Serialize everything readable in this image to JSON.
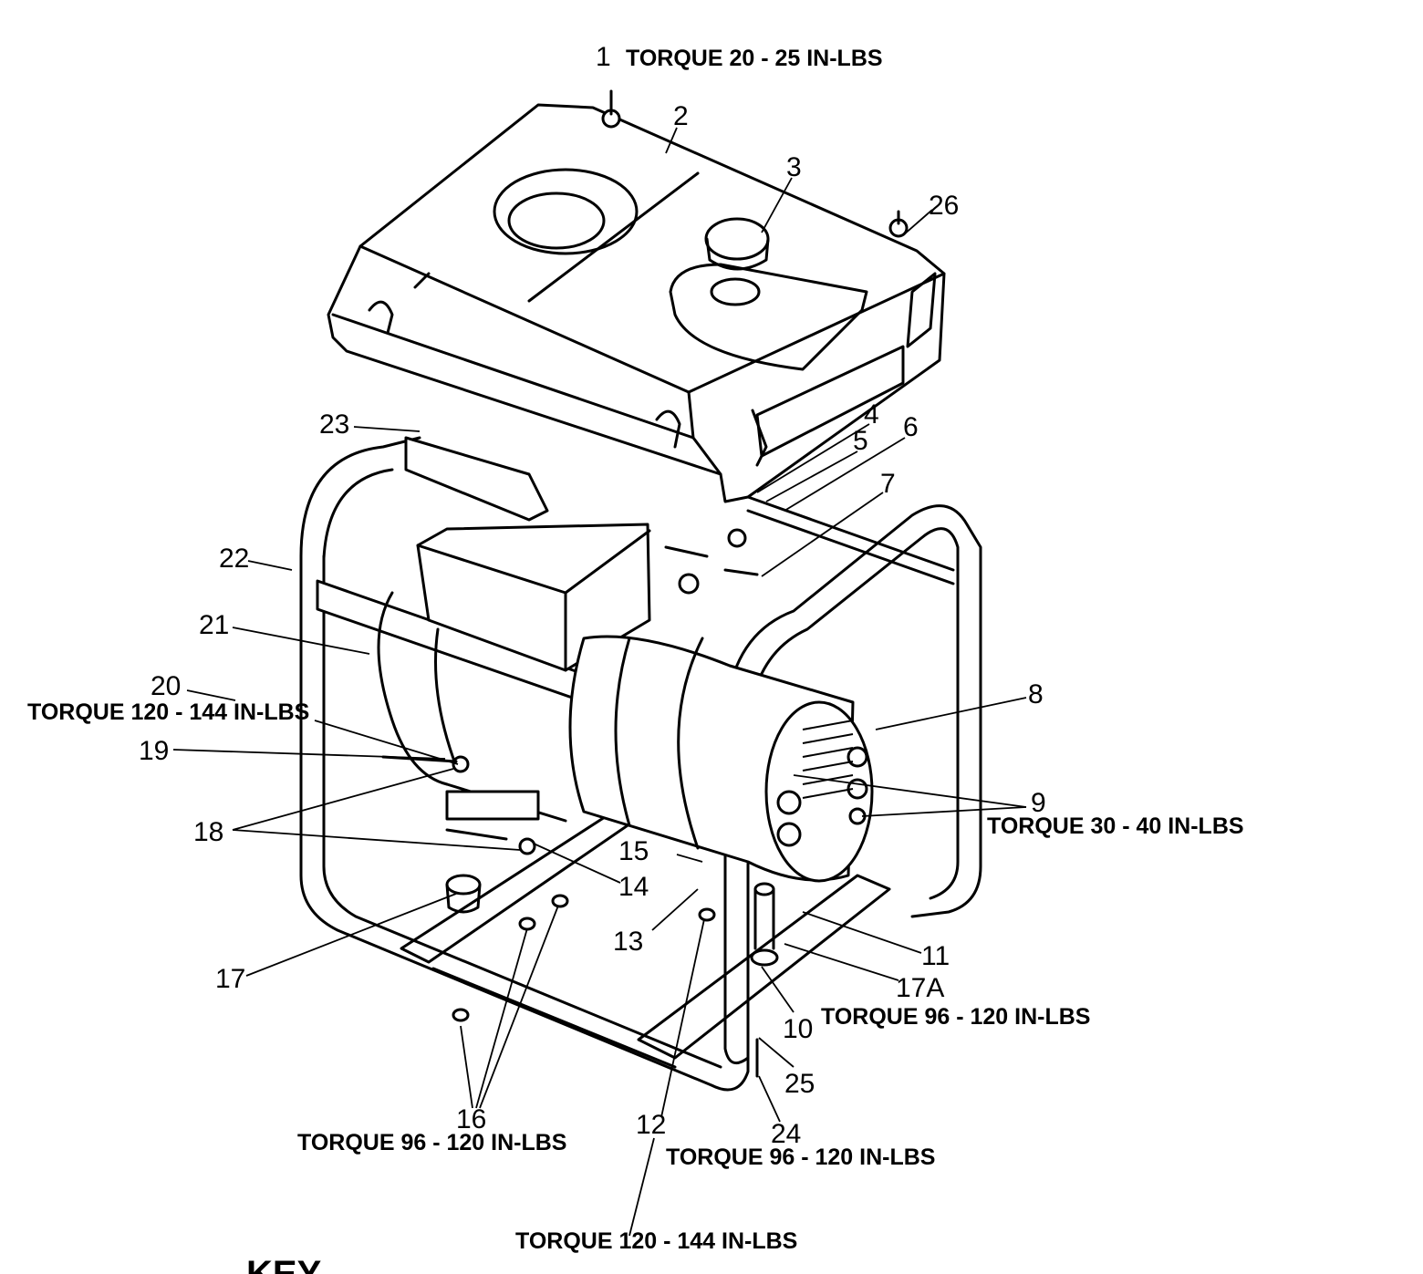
{
  "parts": [
    "1",
    "2",
    "3",
    "4",
    "5",
    "6",
    "7",
    "8",
    "9",
    "10",
    "11",
    "12",
    "13",
    "14",
    "15",
    "16",
    "17",
    "17A",
    "18",
    "19",
    "20",
    "21",
    "22",
    "23",
    "24",
    "25",
    "26"
  ],
  "torques": [
    "TORQUE 20 - 25 IN-LBS",
    "TORQUE 120 - 144 IN-LBS",
    "TORQUE 30 - 40 IN-LBS",
    "TORQUE 96 - 120 IN-LBS",
    "TORQUE 96 - 120 IN-LBS",
    "TORQUE 96 - 120 IN-LBS",
    "TORQUE 120 - 144 IN-LBS"
  ],
  "key_label": "KEY"
}
